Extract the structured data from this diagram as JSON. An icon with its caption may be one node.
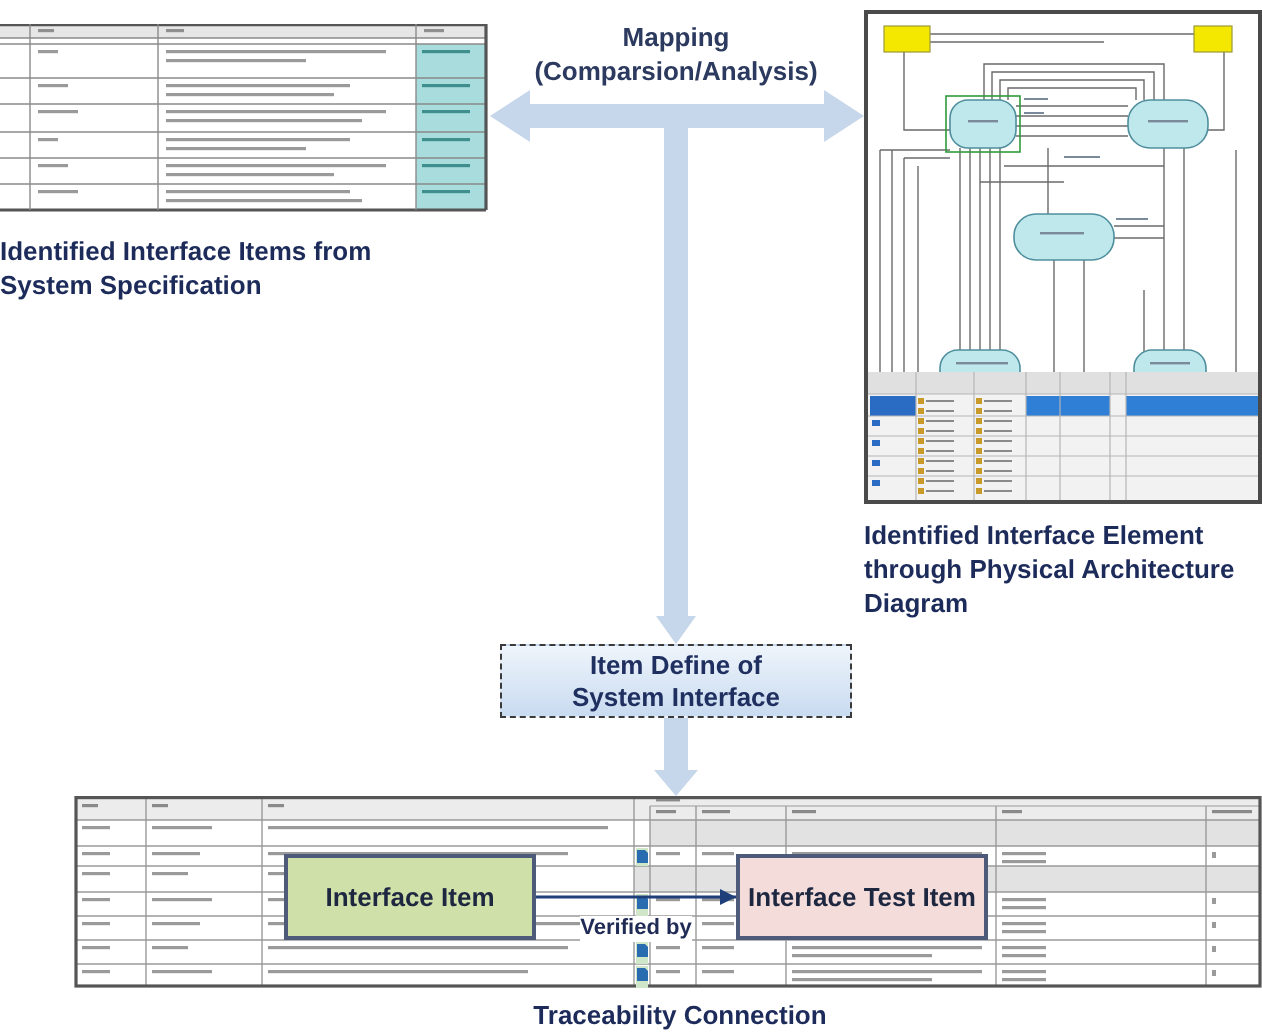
{
  "diagram": {
    "nodes": [
      {
        "text": [],
        "shape": "picture",
        "beside": [
          "Identified Interface Items from System Specification"
        ]
      },
      {
        "text": [],
        "shape": "picture",
        "beside": [
          "Identified Interface Element through Physical Architecture Diagram"
        ]
      },
      {
        "text": [
          "Item Define of System Interface"
        ]
      },
      {
        "text": [],
        "shape": "picture",
        "beside": [
          "Traceability Connection"
        ]
      },
      {
        "text": [
          "Interface Item"
        ],
        "in": 3
      },
      {
        "text": [
          "Interface Test Item"
        ],
        "in": 3
      }
    ],
    "edges": [
      {
        "from": 0,
        "to": 1,
        "arrow": "both",
        "label": "Mapping (Comparsion/Analysis)",
        "style": "thick"
      },
      {
        "from": null,
        "to": 2,
        "arrow": "to",
        "style": "thick"
      },
      {
        "from": 2,
        "to": 3,
        "arrow": "to",
        "style": "thick"
      },
      {
        "from": 4,
        "to": 5,
        "arrow": "to",
        "label": "Verified by",
        "color": "#1f3f7a"
      }
    ]
  }
}
